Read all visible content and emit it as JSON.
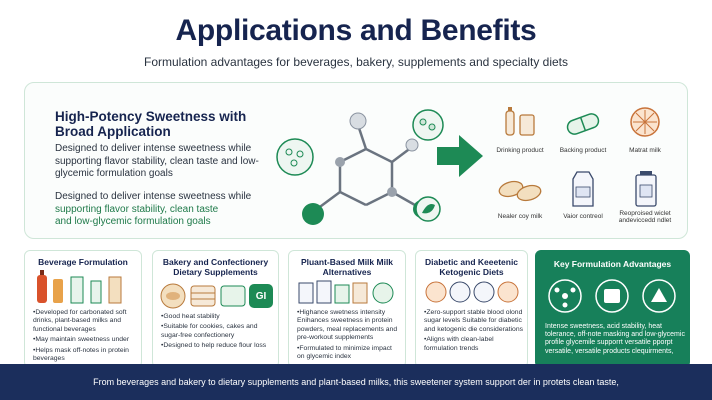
{
  "title": "Applications and Benefits",
  "subtitle": "Formulation advantages for beverages, bakery, supplements and specialty diets",
  "hero": {
    "heading": "High-Potency Sweetness with Broad Application",
    "para1": "Designed to deliver intense sweetness while supporting flavor stability, clean taste and low-glycemic formulation goals",
    "para2_a": "Designed to deliver intense sweetness while",
    "para2_b": "supporting flavor stability, clean taste",
    "para2_c": "and low-glycemic formulation goals",
    "products": [
      {
        "label": "Drinking product",
        "icon": "bottles-icon"
      },
      {
        "label": "Backing product",
        "icon": "capsule-icon"
      },
      {
        "label": "Matrat milk",
        "icon": "citrus-slice-icon"
      },
      {
        "label": "Nealer coy milk",
        "icon": "cookies-icon"
      },
      {
        "label": "Vaior contreol",
        "icon": "milk-carton-icon"
      },
      {
        "label": "Reoproised wiclet\nandeviccedd ndlet",
        "icon": "milk-box-icon"
      }
    ]
  },
  "cards": [
    {
      "title": "Beverage Formulation",
      "bullets": [
        "Developed for carbonated soft drinks, plant-based milks and functional beverages",
        "May maintain sweetness under",
        "Helps mask off-notes in protein beverages"
      ]
    },
    {
      "title": "Bakery and Confectionery Dietary Supplements",
      "gi_label": "GI",
      "bullets": [
        "Good heat stability",
        "Suitable for cookies, cakes and sugar-free confectionery",
        "Designed to help reduce flour loss"
      ]
    },
    {
      "title": "Pluant-Based Milk Milk Alternatives",
      "bullets": [
        "Highance swetness intensity Enihances sweetness in protein powders, meal replacements and pre-workout supplements",
        "Formulated to minimize impact on glycemic index"
      ]
    },
    {
      "title": "Diabetic and Keeetenic Ketogenic Diets",
      "bullets": [
        "Zero-support stable blood olond sugar levels Suitable for diabetic and ketogenic die considerations",
        "Aligns with clean-label formulation trends"
      ]
    }
  ],
  "advantages": {
    "title": "Key Formulation Advantages",
    "text": "Intense sweetness, acid stability, heat tolerance, off-note masking and low-glycemic profile glycemile supporrt versatile pporpt versatile, versatile products clequirments,"
  },
  "footer": "From beverages and bakery to dietary supplements and plant-based milks, this sweetener system support der in protets clean taste,",
  "colors": {
    "navy": "#16244f",
    "green": "#17805a",
    "band": "#1b2e5c"
  }
}
